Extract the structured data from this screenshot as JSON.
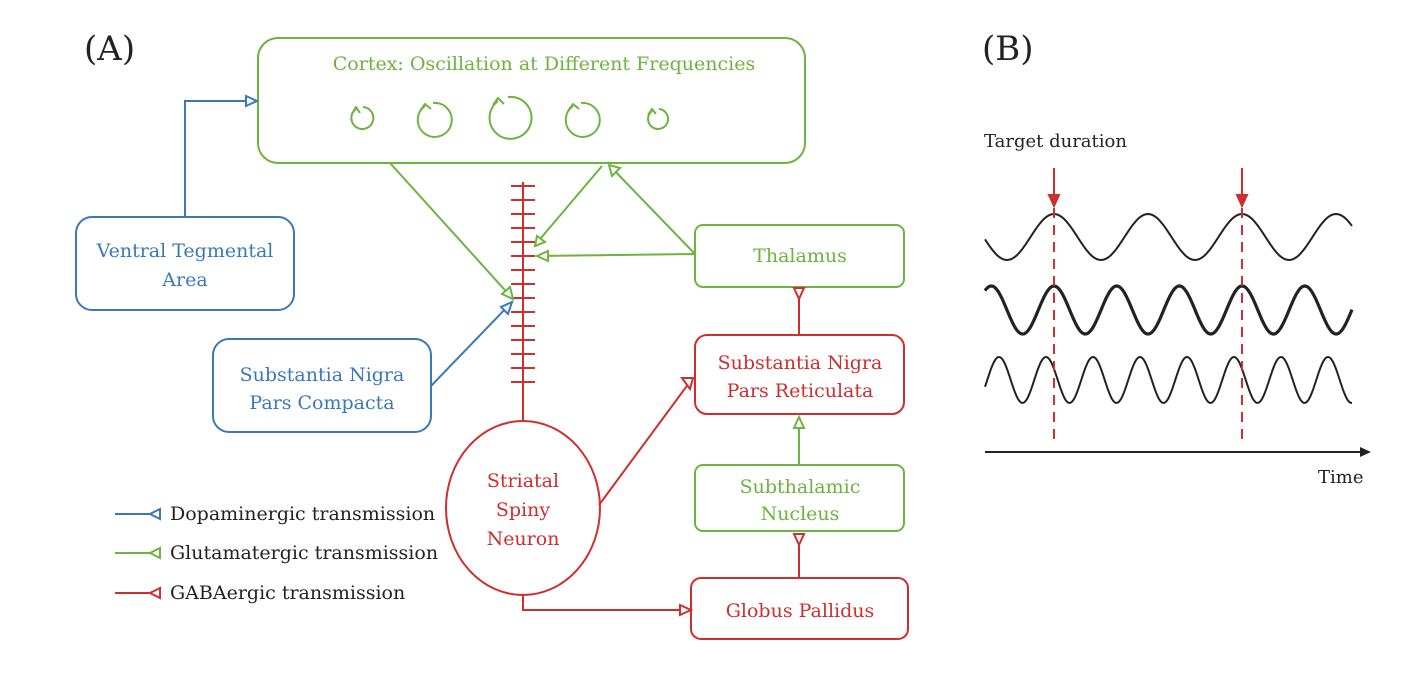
{
  "panels": {
    "a_label": "(A)",
    "b_label": "(B)"
  },
  "colors": {
    "dopamine": "#3a78b8",
    "glutamate": "#6db33f",
    "gaba": "#cf2e2e",
    "wave": "#222222"
  },
  "nodes": {
    "cortex": "Cortex: Oscillation at Different Frequencies",
    "vta_line1": "Ventral Tegmental",
    "vta_line2": "Area",
    "snc_line1": "Substantia Nigra",
    "snc_line2": "Pars Compacta",
    "thalamus": "Thalamus",
    "snr_line1": "Substantia Nigra",
    "snr_line2": "Pars Reticulata",
    "stn_line1": "Subthalamic",
    "stn_line2": "Nucleus",
    "gp": "Globus Pallidus",
    "ssn_line1": "Striatal",
    "ssn_line2": "Spiny",
    "ssn_line3": "Neuron"
  },
  "legend": {
    "dopamine": "Dopaminergic transmission",
    "glutamate": "Glutamatergic transmission",
    "gaba": "GABAergic transmission"
  },
  "panel_b": {
    "target_label": "Target duration",
    "time_label": "Time"
  }
}
